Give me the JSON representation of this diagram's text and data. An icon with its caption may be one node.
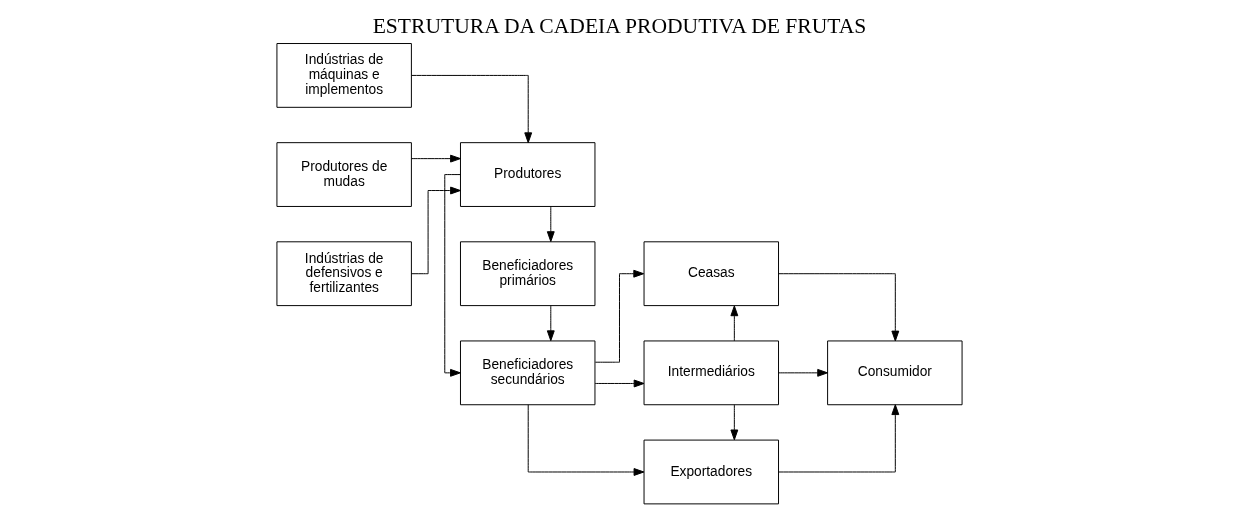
{
  "diagram": {
    "title": "ESTRUTURA DA CADEIA PRODUTIVA DE FRUTAS",
    "nodes": [
      {
        "text": [
          "Indústrias de máquinas e implementos"
        ]
      },
      {
        "text": [
          "Produtores"
        ]
      },
      {
        "text": [
          "Ceasas"
        ]
      },
      {
        "text": [
          "Produtores de mudas"
        ]
      },
      {
        "text": [
          "Beneficiadores primários"
        ]
      },
      {
        "text": [
          "Intermediários"
        ]
      },
      {
        "text": [
          "Consumidor"
        ]
      },
      {
        "text": [
          "Indústrias de defensivos e fertilizantes"
        ]
      },
      {
        "text": [
          "Beneficiadores secundários"
        ]
      },
      {
        "text": [
          "Exportadores"
        ]
      }
    ],
    "edges": [
      {
        "from": 0,
        "to": 1,
        "arrow": "to"
      },
      {
        "from": 3,
        "to": 1,
        "arrow": "to"
      },
      {
        "from": 7,
        "to": 1,
        "arrow": "to"
      },
      {
        "from": 1,
        "to": 4,
        "arrow": "to"
      },
      {
        "from": 4,
        "to": 8,
        "arrow": "to"
      },
      {
        "from": 1,
        "to": 8,
        "arrow": "to"
      },
      {
        "from": 8,
        "to": 2,
        "arrow": "to"
      },
      {
        "from": 8,
        "to": 5,
        "arrow": "to"
      },
      {
        "from": 8,
        "to": 9,
        "arrow": "to"
      },
      {
        "from": 5,
        "to": 2,
        "arrow": "to"
      },
      {
        "from": 5,
        "to": 9,
        "arrow": "to"
      },
      {
        "from": 2,
        "to": 6,
        "arrow": "to"
      },
      {
        "from": 5,
        "to": 6,
        "arrow": "to"
      },
      {
        "from": 9,
        "to": 6,
        "arrow": "to"
      }
    ]
  }
}
